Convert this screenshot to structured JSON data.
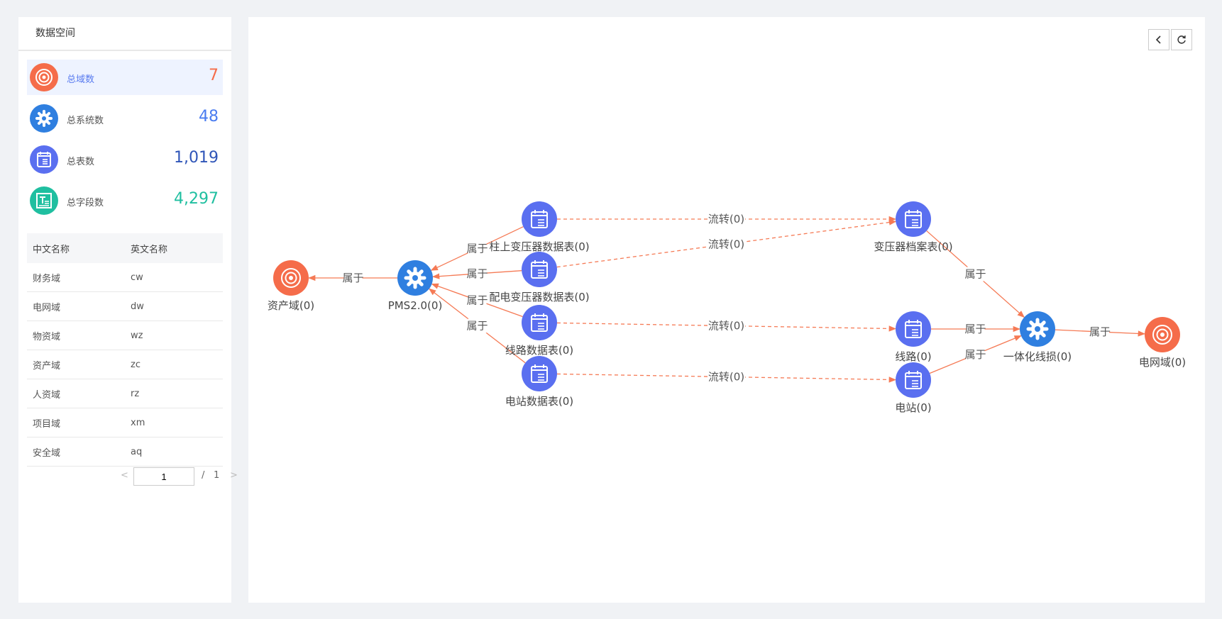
{
  "sidebar": {
    "title": "数据空间",
    "stats": [
      {
        "label": "总域数",
        "value": "7",
        "color": "#f56c4a",
        "icon": "domain-icon"
      },
      {
        "label": "总系统数",
        "value": "48",
        "color": "#4a7cf0",
        "icon": "gear-icon"
      },
      {
        "label": "总表数",
        "value": "1,019",
        "color": "#2f55b8",
        "icon": "table-icon"
      },
      {
        "label": "总字段数",
        "value": "4,297",
        "color": "#1fbfa0",
        "icon": "field-icon"
      }
    ],
    "table": {
      "headers": [
        "中文名称",
        "英文名称"
      ],
      "rows": [
        [
          "财务域",
          "cw"
        ],
        [
          "电网域",
          "dw"
        ],
        [
          "物资域",
          "wz"
        ],
        [
          "资产域",
          "zc"
        ],
        [
          "人资域",
          "rz"
        ],
        [
          "项目域",
          "xm"
        ],
        [
          "安全域",
          "aq"
        ]
      ]
    },
    "pagination": {
      "current": "1",
      "separator": "/",
      "total": "1"
    }
  },
  "graph": {
    "toolbar": {
      "back": "chevron-left-icon",
      "refresh": "refresh-icon"
    },
    "nodes": {
      "n_zc": {
        "label": "资产域(0)",
        "type": "domain"
      },
      "n_pms": {
        "label": "PMS2.0(0)",
        "type": "system"
      },
      "n_zs": {
        "label": "柱上变压器数据表(0)",
        "type": "table"
      },
      "n_pd": {
        "label": "配电变压器数据表(0)",
        "type": "table"
      },
      "n_xl": {
        "label": "线路数据表(0)",
        "type": "table"
      },
      "n_dz": {
        "label": "电站数据表(0)",
        "type": "table"
      },
      "n_byq": {
        "label": "变压器档案表(0)",
        "type": "table"
      },
      "n_xl2": {
        "label": "线路(0)",
        "type": "table"
      },
      "n_dz2": {
        "label": "电站(0)",
        "type": "table"
      },
      "n_ythx": {
        "label": "一体化线损(0)",
        "type": "system"
      },
      "n_dw": {
        "label": "电网域(0)",
        "type": "domain"
      }
    },
    "edges": [
      {
        "from": "n_pms",
        "to": "n_zc",
        "label": "属于",
        "dashed": false
      },
      {
        "from": "n_zs",
        "to": "n_pms",
        "label": "属于",
        "dashed": false
      },
      {
        "from": "n_pd",
        "to": "n_pms",
        "label": "属于",
        "dashed": false
      },
      {
        "from": "n_xl",
        "to": "n_pms",
        "label": "属于",
        "dashed": false
      },
      {
        "from": "n_dz",
        "to": "n_pms",
        "label": "属于",
        "dashed": false
      },
      {
        "from": "n_zs",
        "to": "n_byq",
        "label": "流转(0)",
        "dashed": true
      },
      {
        "from": "n_pd",
        "to": "n_byq",
        "label": "流转(0)",
        "dashed": true
      },
      {
        "from": "n_xl",
        "to": "n_xl2",
        "label": "流转(0)",
        "dashed": true
      },
      {
        "from": "n_dz",
        "to": "n_dz2",
        "label": "流转(0)",
        "dashed": true
      },
      {
        "from": "n_byq",
        "to": "n_ythx",
        "label": "属于",
        "dashed": false
      },
      {
        "from": "n_xl2",
        "to": "n_ythx",
        "label": "属于",
        "dashed": false
      },
      {
        "from": "n_dz2",
        "to": "n_ythx",
        "label": "属于",
        "dashed": false
      },
      {
        "from": "n_ythx",
        "to": "n_dw",
        "label": "属于",
        "dashed": false
      }
    ],
    "colors": {
      "domain": "#f56c4a",
      "system": "#2f7fe0",
      "table": "#5a6ff0",
      "edge": "#f57a55"
    }
  }
}
